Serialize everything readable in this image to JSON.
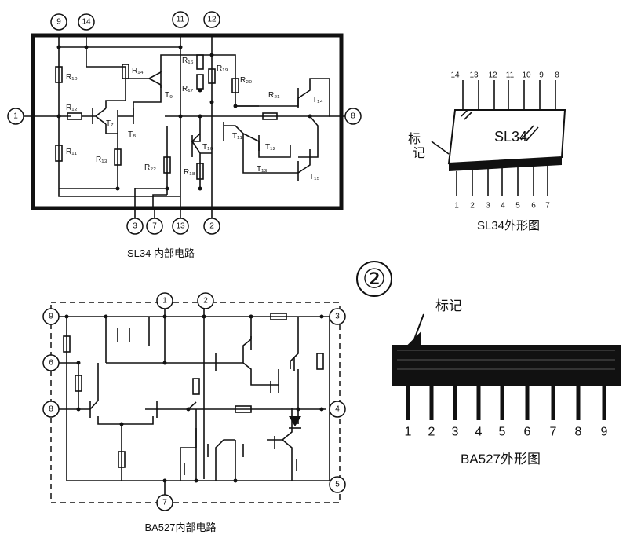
{
  "figure_number": "②",
  "sl34_internal": {
    "caption": "SL34 内部电路",
    "top_pins": [
      "9",
      "14",
      "11",
      "12"
    ],
    "left_pin": "1",
    "right_pin": "8",
    "bottom_pins": [
      "3",
      "7",
      "13",
      "2"
    ],
    "components": [
      "R10",
      "R12",
      "T7",
      "R14",
      "T9",
      "R16",
      "R17",
      "R19",
      "R20",
      "R21",
      "T14",
      "T8",
      "R11",
      "R13",
      "R22",
      "T10",
      "R18",
      "T11",
      "T12",
      "T13",
      "T15"
    ]
  },
  "sl34_package": {
    "caption": "SL34外形图",
    "chip_label": "SL34",
    "marker_label": [
      "标",
      "记"
    ],
    "top_pins": [
      "14",
      "13",
      "12",
      "11",
      "10",
      "9",
      "8"
    ],
    "bottom_pins": [
      "1",
      "2",
      "3",
      "4",
      "5",
      "6",
      "7"
    ]
  },
  "ba527_internal": {
    "caption": "BA527内部电路",
    "top_pins": [
      "1",
      "2"
    ],
    "left_pins": [
      "9",
      "6",
      "8"
    ],
    "right_pins": [
      "3",
      "4",
      "5"
    ],
    "bottom_pin": "7"
  },
  "ba527_package": {
    "caption": "BA527外形图",
    "marker_label": "标记",
    "pins": [
      "1",
      "2",
      "3",
      "4",
      "5",
      "6",
      "7",
      "8",
      "9"
    ]
  }
}
